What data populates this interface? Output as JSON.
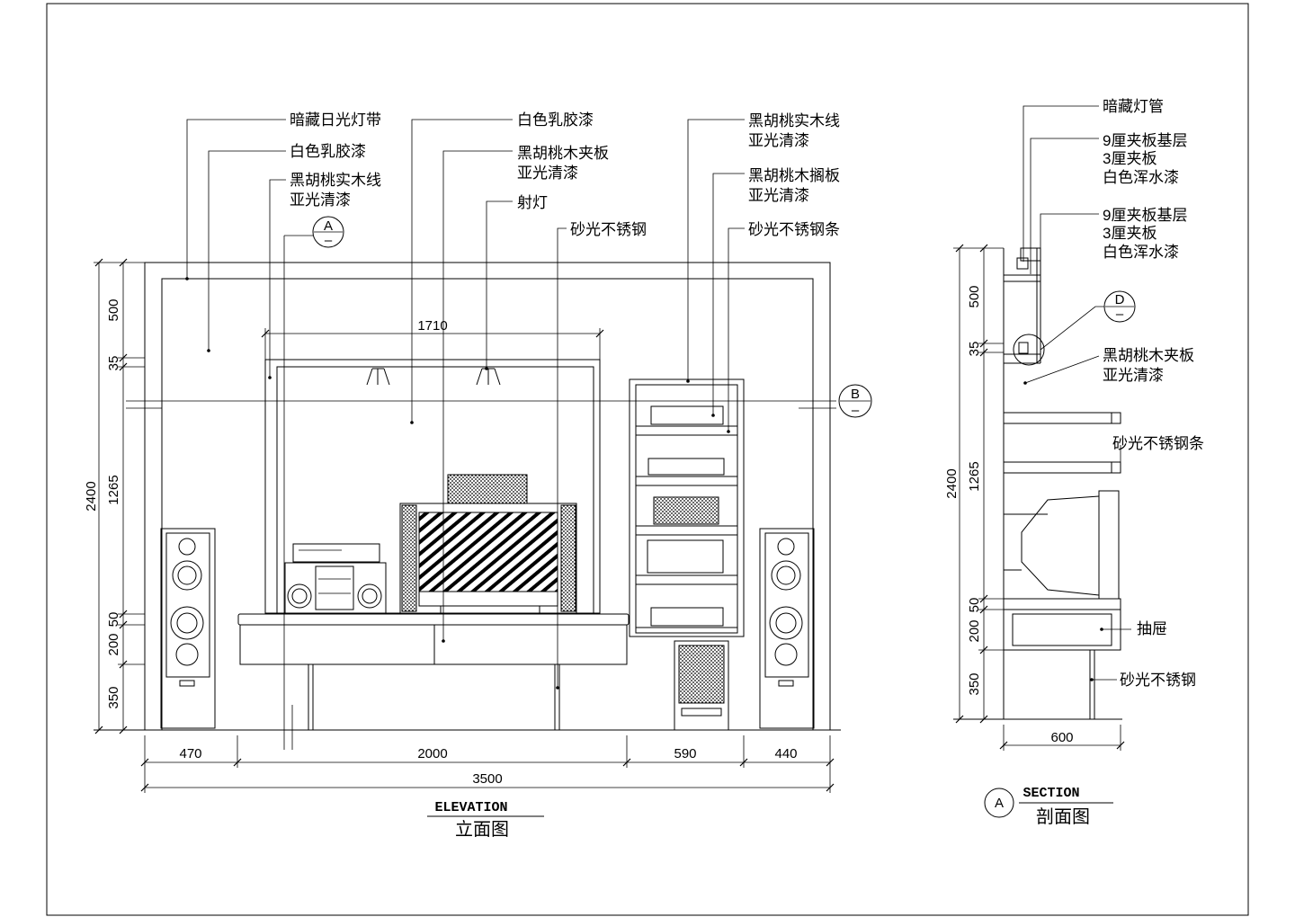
{
  "elevation": {
    "title_en": "ELEVATION",
    "title_cn": "立面图",
    "labels": {
      "hidden_light_strip": "暗藏日光灯带",
      "white_latex_paint_left": "白色乳胶漆",
      "walnut_trim_line1": "黑胡桃实木线",
      "walnut_trim_line2": "亚光清漆",
      "white_latex_paint_center": "白色乳胶漆",
      "walnut_panel_line1": "黑胡桃木夹板",
      "walnut_panel_line2": "亚光清漆",
      "spotlight": "射灯",
      "brushed_steel": "砂光不锈钢",
      "walnut_trim_right_line1": "黑胡桃实木线",
      "walnut_trim_right_line2": "亚光清漆",
      "walnut_shelf_line1": "黑胡桃木搁板",
      "walnut_shelf_line2": "亚光清漆",
      "brushed_steel_strip": "砂光不锈钢条"
    },
    "section_markers": {
      "a_letter": "A",
      "a_sub": "–",
      "b_letter": "B",
      "b_sub": "–"
    },
    "vertical_dims": {
      "overall": "2400",
      "d500": "500",
      "d35": "35",
      "d1265": "1265",
      "d50": "50",
      "d200": "200",
      "d350": "350"
    },
    "horizontal_dims": {
      "inner_width": "1710",
      "d470": "470",
      "d2000": "2000",
      "d590": "590",
      "d440": "440",
      "overall": "3500"
    }
  },
  "section": {
    "title_en": "SECTION",
    "title_cn": "剖面图",
    "marker_letter": "A",
    "detail_marker_letter": "D",
    "detail_marker_sub": "–",
    "labels": {
      "hidden_light_tube": "暗藏灯管",
      "ply_base_a_1": "9厘夹板基层",
      "ply_base_a_2": "3厘夹板",
      "ply_base_a_3": "白色浑水漆",
      "ply_base_b_1": "9厘夹板基层",
      "ply_base_b_2": "3厘夹板",
      "ply_base_b_3": "白色浑水漆",
      "walnut_panel_1": "黑胡桃木夹板",
      "walnut_panel_2": "亚光清漆",
      "brushed_steel_strip": "砂光不锈钢条",
      "drawer": "抽屉",
      "brushed_steel": "砂光不锈钢"
    },
    "vertical_dims": {
      "overall": "2400",
      "d500": "500",
      "d35": "35",
      "d1265": "1265",
      "d50": "50",
      "d200": "200",
      "d350": "350"
    },
    "horizontal_dims": {
      "depth": "600"
    }
  }
}
